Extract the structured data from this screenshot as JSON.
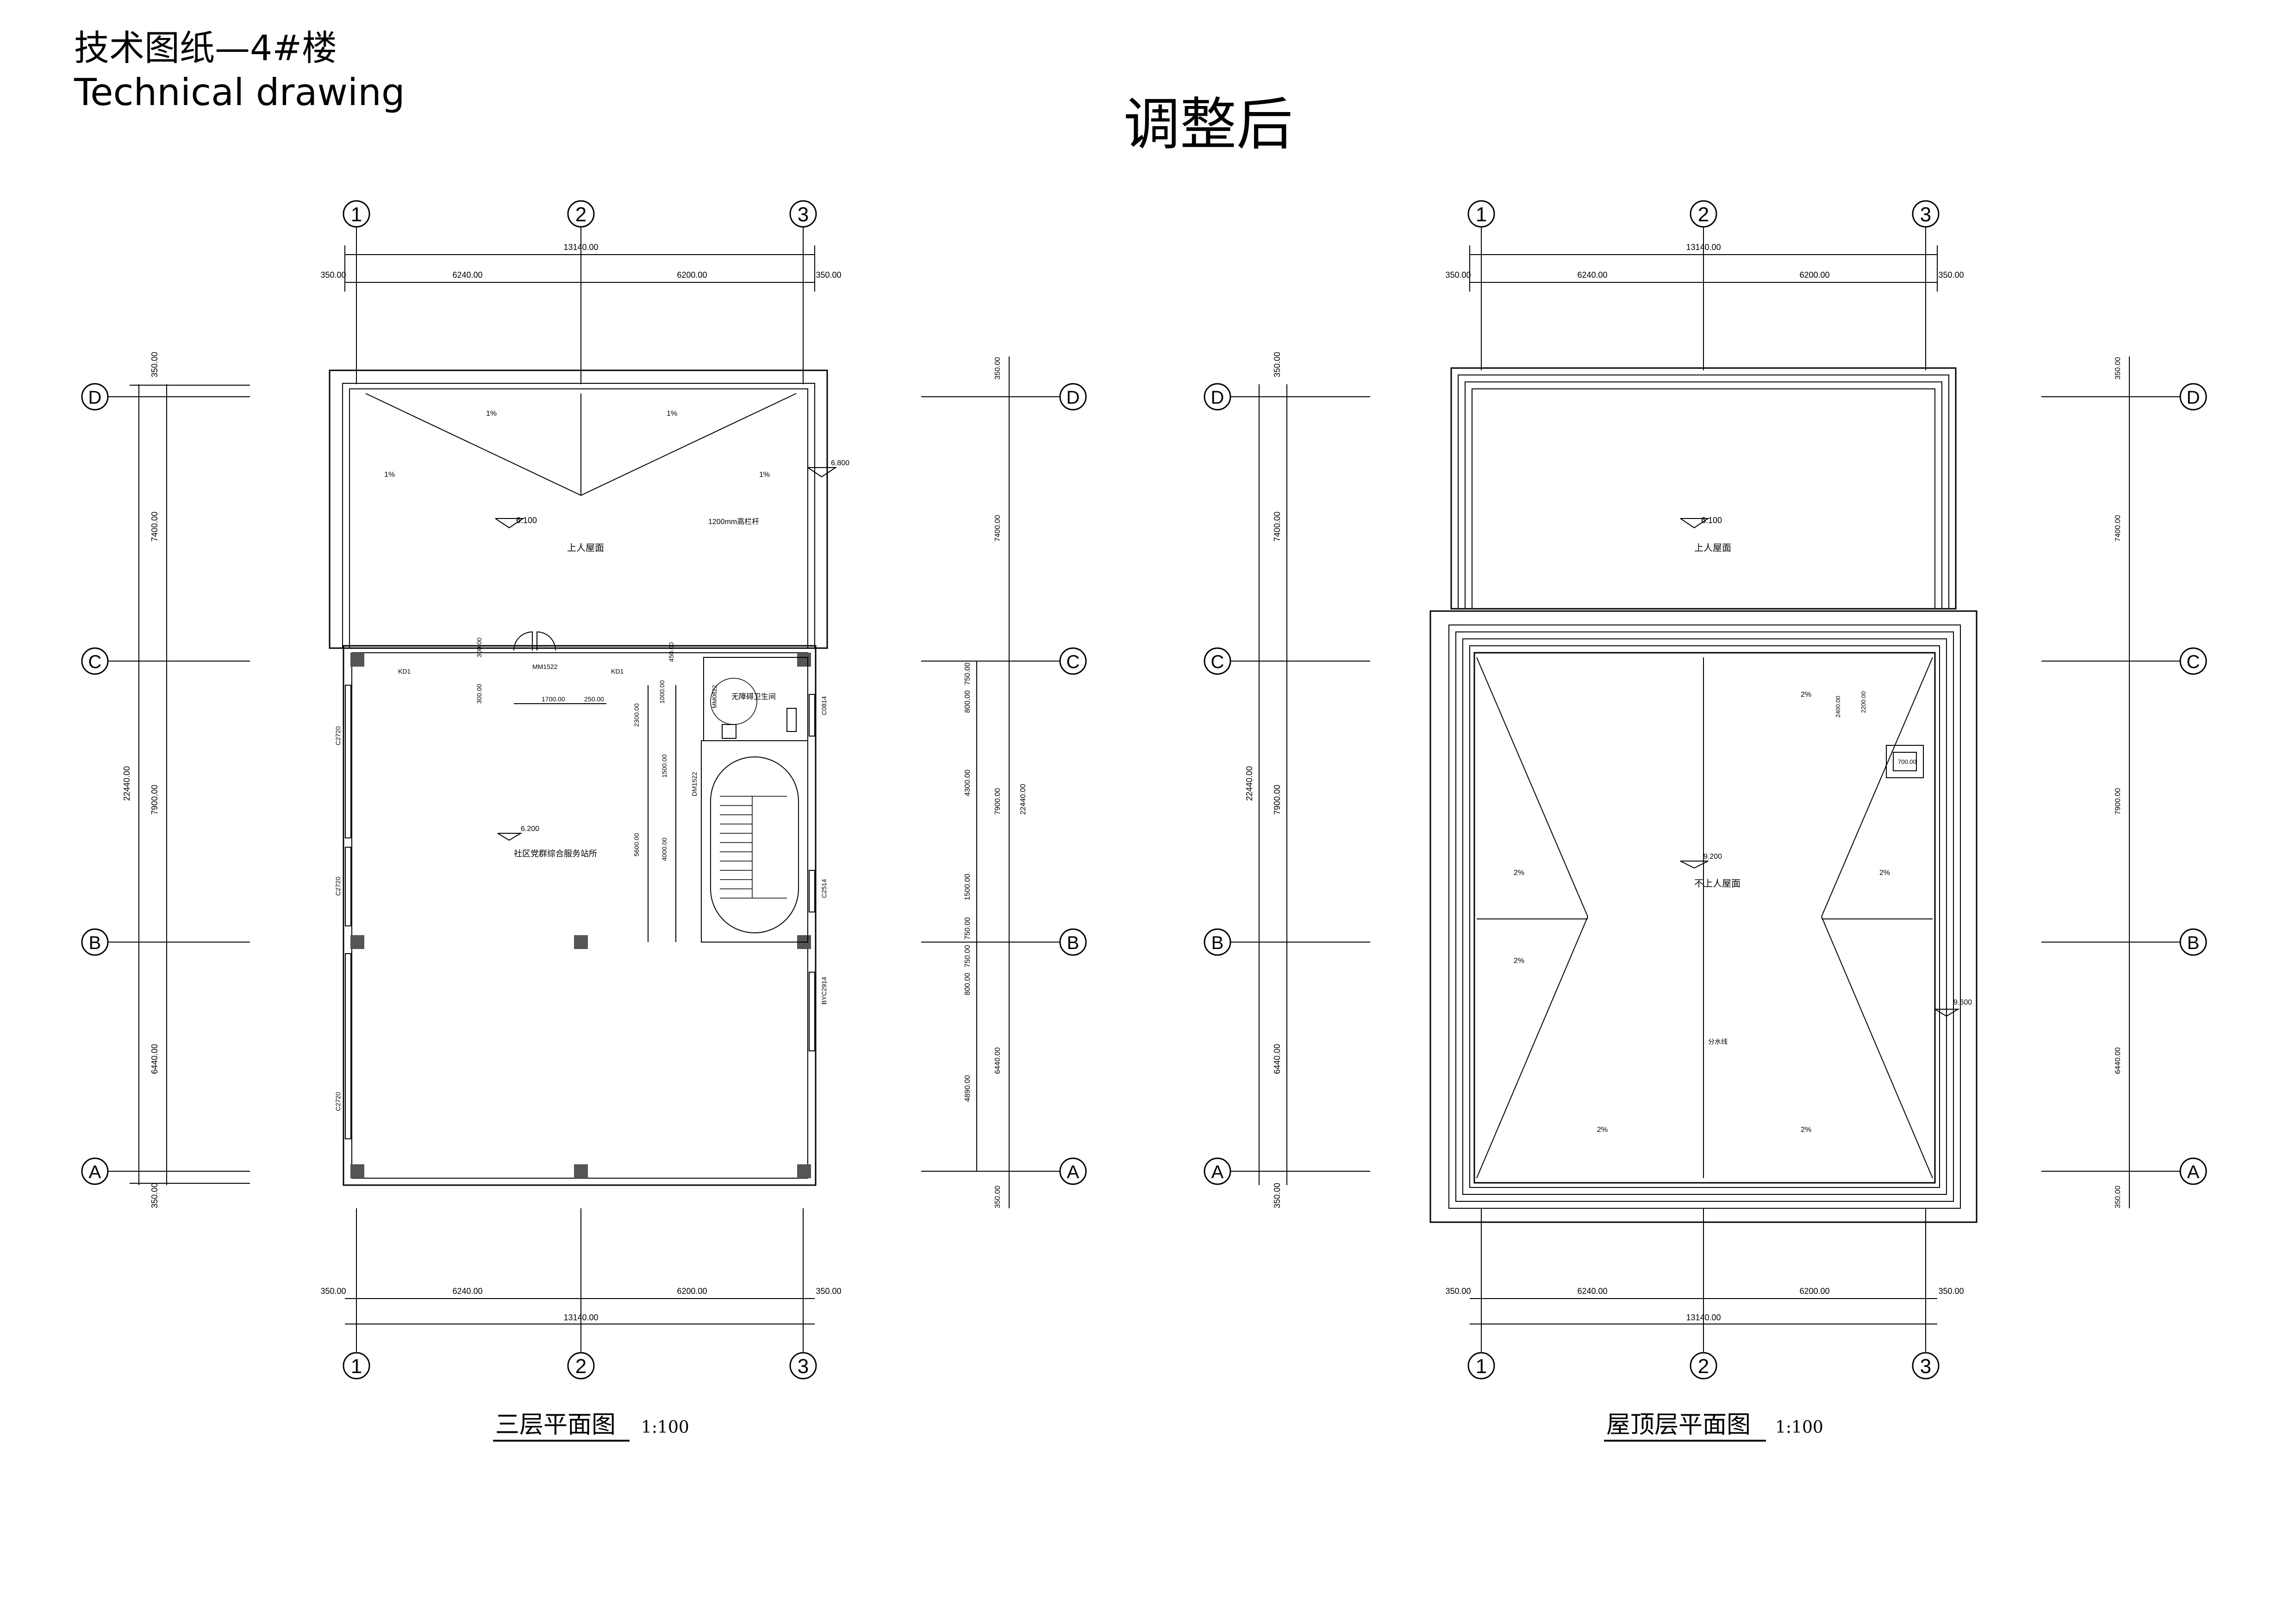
{
  "header": {
    "title_cn": "技术图纸—4#楼",
    "title_en": "Technical drawing"
  },
  "main_title": "调整后",
  "plans": [
    {
      "title": "三层平面图",
      "scale": "1:100",
      "axis_cols": [
        "1",
        "2",
        "3"
      ],
      "axis_rows": [
        "D",
        "C",
        "B",
        "A"
      ],
      "dims_top": {
        "total": "13140.00",
        "a": "350.00",
        "b": "6240.00",
        "c": "6200.00",
        "d": "350.00"
      },
      "dims_left": {
        "top": "350.00",
        "dc": "7400.00",
        "total": "22440.00",
        "cb": "7900.00",
        "ba": "6440.00",
        "bottom": "350.00"
      },
      "labels": {
        "roof_level": "6.100",
        "roof_desc": "上人屋面",
        "parapet_level": "6.800",
        "parapet_note": "1200mm高栏杆",
        "slope_a": "1%",
        "slope_b": "1%",
        "slope_c": "1%",
        "slope_d": "1%",
        "room_level": "6.200",
        "room_name": "社区党群综合服务站所",
        "toilet": "无障碍卫生间",
        "door_main": "MM1522",
        "door_toilet": "MM0822",
        "door_stair": "DM1522",
        "kd1": "KD1",
        "kd2": "KD1",
        "win_1": "C2720",
        "win_2": "C2720",
        "win_3": "C2720",
        "win_4": "C0814",
        "win_5": "C2514",
        "win_6": "BYC2914",
        "d_1700": "1700.00",
        "d_250": "250.00",
        "d_300a": "300.00",
        "d_300b": "300.00",
        "d_450": "450.00",
        "d_1000": "1000.00",
        "d_2300": "2300.00",
        "d_5600": "5600.00",
        "d_4000": "4000.00",
        "d_1500": "1500.00"
      },
      "right_dims": [
        "350.00",
        "7400.00",
        "22440.00",
        "7900.00",
        "6440.00",
        "350.00",
        "750.00",
        "800.00",
        "4300.00",
        "1500.00",
        "750.00",
        "750.00",
        "800.00",
        "4890.00"
      ]
    },
    {
      "title": "屋顶层平面图",
      "scale": "1:100",
      "axis_cols": [
        "1",
        "2",
        "3"
      ],
      "axis_rows": [
        "D",
        "C",
        "B",
        "A"
      ],
      "dims_top": {
        "total": "13140.00",
        "a": "350.00",
        "b": "6240.00",
        "c": "6200.00",
        "d": "350.00"
      },
      "dims_left": {
        "top": "350.00",
        "dc": "7400.00",
        "total": "22440.00",
        "cb": "7900.00",
        "ba": "6440.00",
        "bottom": "350.00"
      },
      "labels": {
        "roof_level": "6.100",
        "roof_desc": "上人屋面",
        "top_level": "9.200",
        "top_desc": "不上人屋面",
        "parapet_level": "9.600",
        "slope_1": "2%",
        "slope_2": "2%",
        "slope_3": "2%",
        "slope_4": "2%",
        "slope_5": "2%",
        "slope_6": "2%",
        "ridge": "分水线",
        "hatch": "700.00",
        "d_2400": "2400.00",
        "d_2200": "2200.00"
      }
    }
  ]
}
